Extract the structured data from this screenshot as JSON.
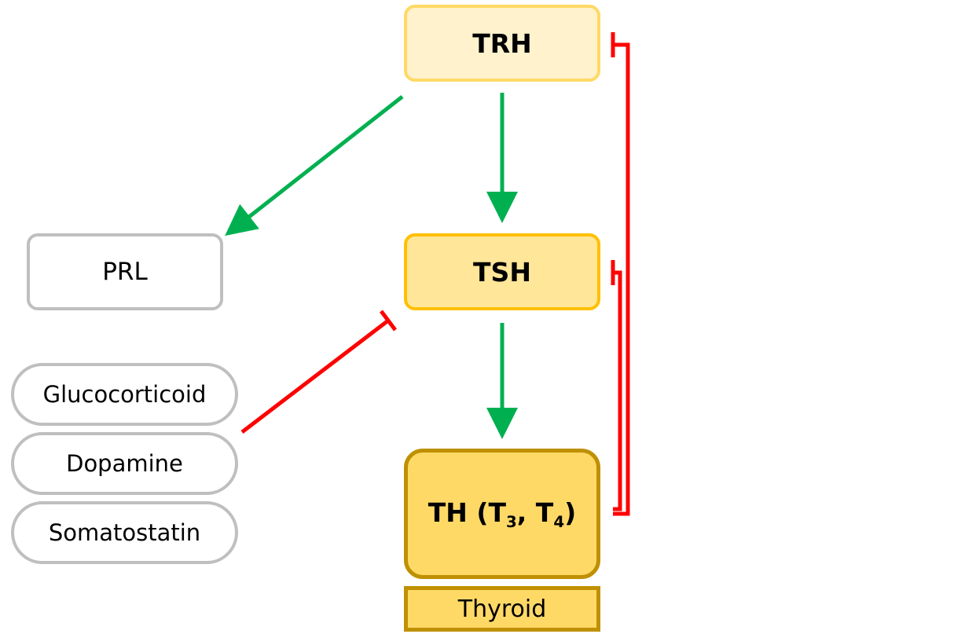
{
  "nodes": {
    "trh": "TRH",
    "tsh": "TSH",
    "th": {
      "prefix": "TH (T",
      "t3_sub": "3",
      "mid": ", T",
      "t4_sub": "4",
      "suffix": ")"
    },
    "thyroid": "Thyroid",
    "prl": "PRL",
    "glucocorticoid": "Glucocorticoid",
    "dopamine": "Dopamine",
    "somatostatin": "Somatostatin"
  },
  "colors": {
    "stimulation": "#00b050",
    "inhibition": "#ff0000",
    "trh_fill": "#fff2cc",
    "tsh_fill": "#ffe699",
    "th_fill": "#ffd966",
    "neutral_border": "#bfbfbf"
  },
  "edges": [
    {
      "from": "trh",
      "to": "tsh",
      "type": "stimulation"
    },
    {
      "from": "trh",
      "to": "prl",
      "type": "stimulation"
    },
    {
      "from": "tsh",
      "to": "th",
      "type": "stimulation"
    },
    {
      "from": "glucocorticoid/dopamine/somatostatin",
      "to": "tsh",
      "type": "inhibition"
    },
    {
      "from": "th",
      "to": "tsh",
      "type": "inhibition"
    },
    {
      "from": "th",
      "to": "trh",
      "type": "inhibition"
    }
  ]
}
